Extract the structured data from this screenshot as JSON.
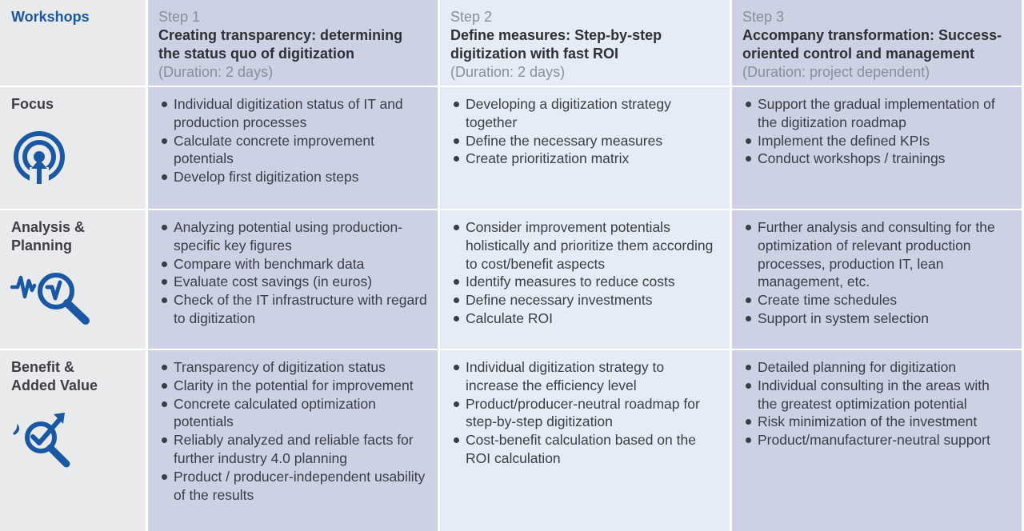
{
  "header": {
    "workshops_label": "Workshops",
    "steps": [
      {
        "step": "Step 1",
        "title": "Creating transparency: determining the status quo of digitization",
        "duration": "(Duration: 2 days)"
      },
      {
        "step": "Step 2",
        "title": "Define measures: Step-by-step digitization with fast ROI",
        "duration": "(Duration: 2 days)"
      },
      {
        "step": "Step 3",
        "title": "Accompany transformation: Success-oriented control and management",
        "duration": "(Duration: project dependent)"
      }
    ]
  },
  "rows": [
    {
      "label": "Focus",
      "icon": "target-icon",
      "cells": [
        [
          "Individual digitization status of IT and production processes",
          "Calculate concrete improvement potentials",
          "Develop first digitization steps"
        ],
        [
          "Developing a digitization strategy together",
          "Define the necessary measures",
          "Create prioritization matrix"
        ],
        [
          "Support the gradual implementation of the digitization roadmap",
          "Implement the defined KPIs",
          "Conduct workshops / trainings"
        ]
      ]
    },
    {
      "label_line1": "Analysis &",
      "label_line2": "Planning",
      "icon": "analysis-magnifier-icon",
      "cells": [
        [
          "Analyzing potential using production-specific key figures",
          "Compare with benchmark data",
          "Evaluate cost savings (in euros)",
          "Check of the IT infrastructure with regard to digitization"
        ],
        [
          "Consider improvement potentials holistically and prioritize them according to cost/benefit aspects",
          "Identify measures to reduce costs",
          "Define necessary investments",
          "Calculate ROI"
        ],
        [
          "Further analysis and consulting for the optimization of relevant production processes, production IT, lean management, etc.",
          "Create time schedules",
          "Support in system selection"
        ]
      ]
    },
    {
      "label_line1": "Benefit &",
      "label_line2": "Added Value",
      "icon": "benefit-check-icon",
      "cells": [
        [
          "Transparency of digitization status",
          "Clarity in the potential for improvement",
          "Concrete calculated optimization potentials",
          "Reliably analyzed and reliable facts for further industry 4.0 planning",
          "Product / producer-independent usability of the results"
        ],
        [
          "Individual digitization strategy to increase the efficiency level",
          "Product/producer-neutral roadmap for step-by-step digitization",
          "Cost-benefit calculation based on the ROI calculation"
        ],
        [
          "Detailed planning for digitization",
          "Individual consulting in the areas with the greatest optimization potential",
          "Risk minimization of the investment",
          "Product/manufacturer-neutral support"
        ]
      ]
    }
  ],
  "colors": {
    "accent": "#1b58a3",
    "label_bg": "#e9eaec",
    "dark_cell": "#ccd1e3",
    "light_cell": "#e6ecf6"
  }
}
